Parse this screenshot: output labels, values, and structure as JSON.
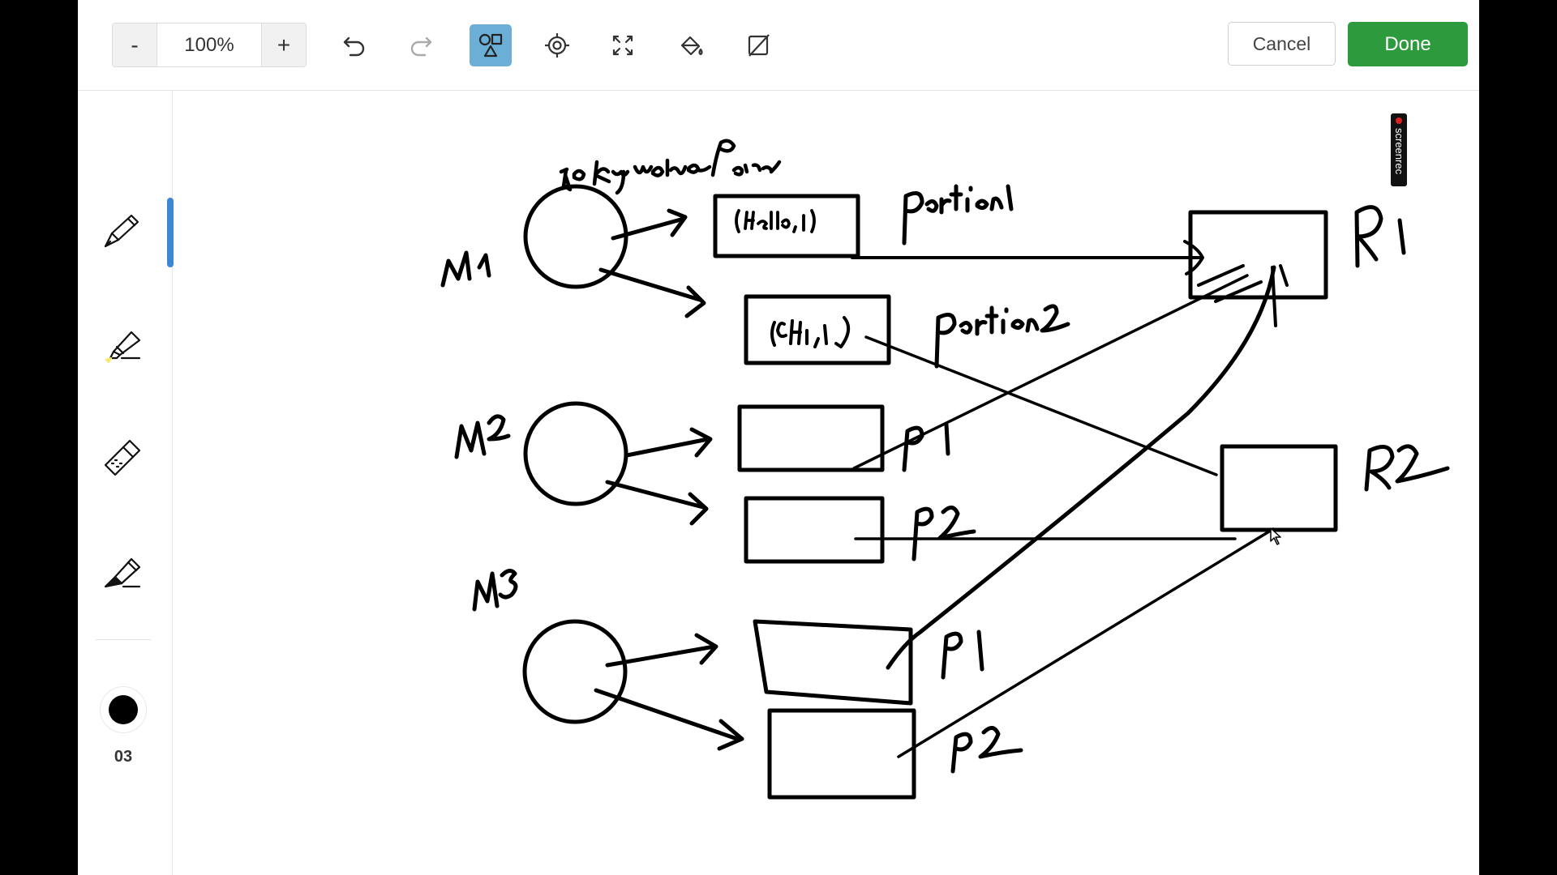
{
  "toolbar": {
    "zoom_out_label": "-",
    "zoom_value": "100%",
    "zoom_in_label": "+",
    "tools": [
      "undo-icon",
      "redo-icon",
      "shapes-icon",
      "target-icon",
      "fit-screen-icon",
      "fill-bucket-icon",
      "clear-icon"
    ],
    "active_tool": "shapes-icon",
    "cancel_label": "Cancel",
    "done_label": "Done"
  },
  "sidebar": {
    "pens": [
      "pen-icon",
      "highlighter-icon",
      "eraser-icon",
      "marker-icon"
    ],
    "active_pen": "pen-icon",
    "color": "#000000",
    "stroke_size": "03"
  },
  "recorder_badge": "screenrec",
  "colors": {
    "accent": "#3b87d6",
    "done": "#2e9a3e",
    "active_tool_bg": "#6baed6",
    "ink": "#000000"
  }
}
